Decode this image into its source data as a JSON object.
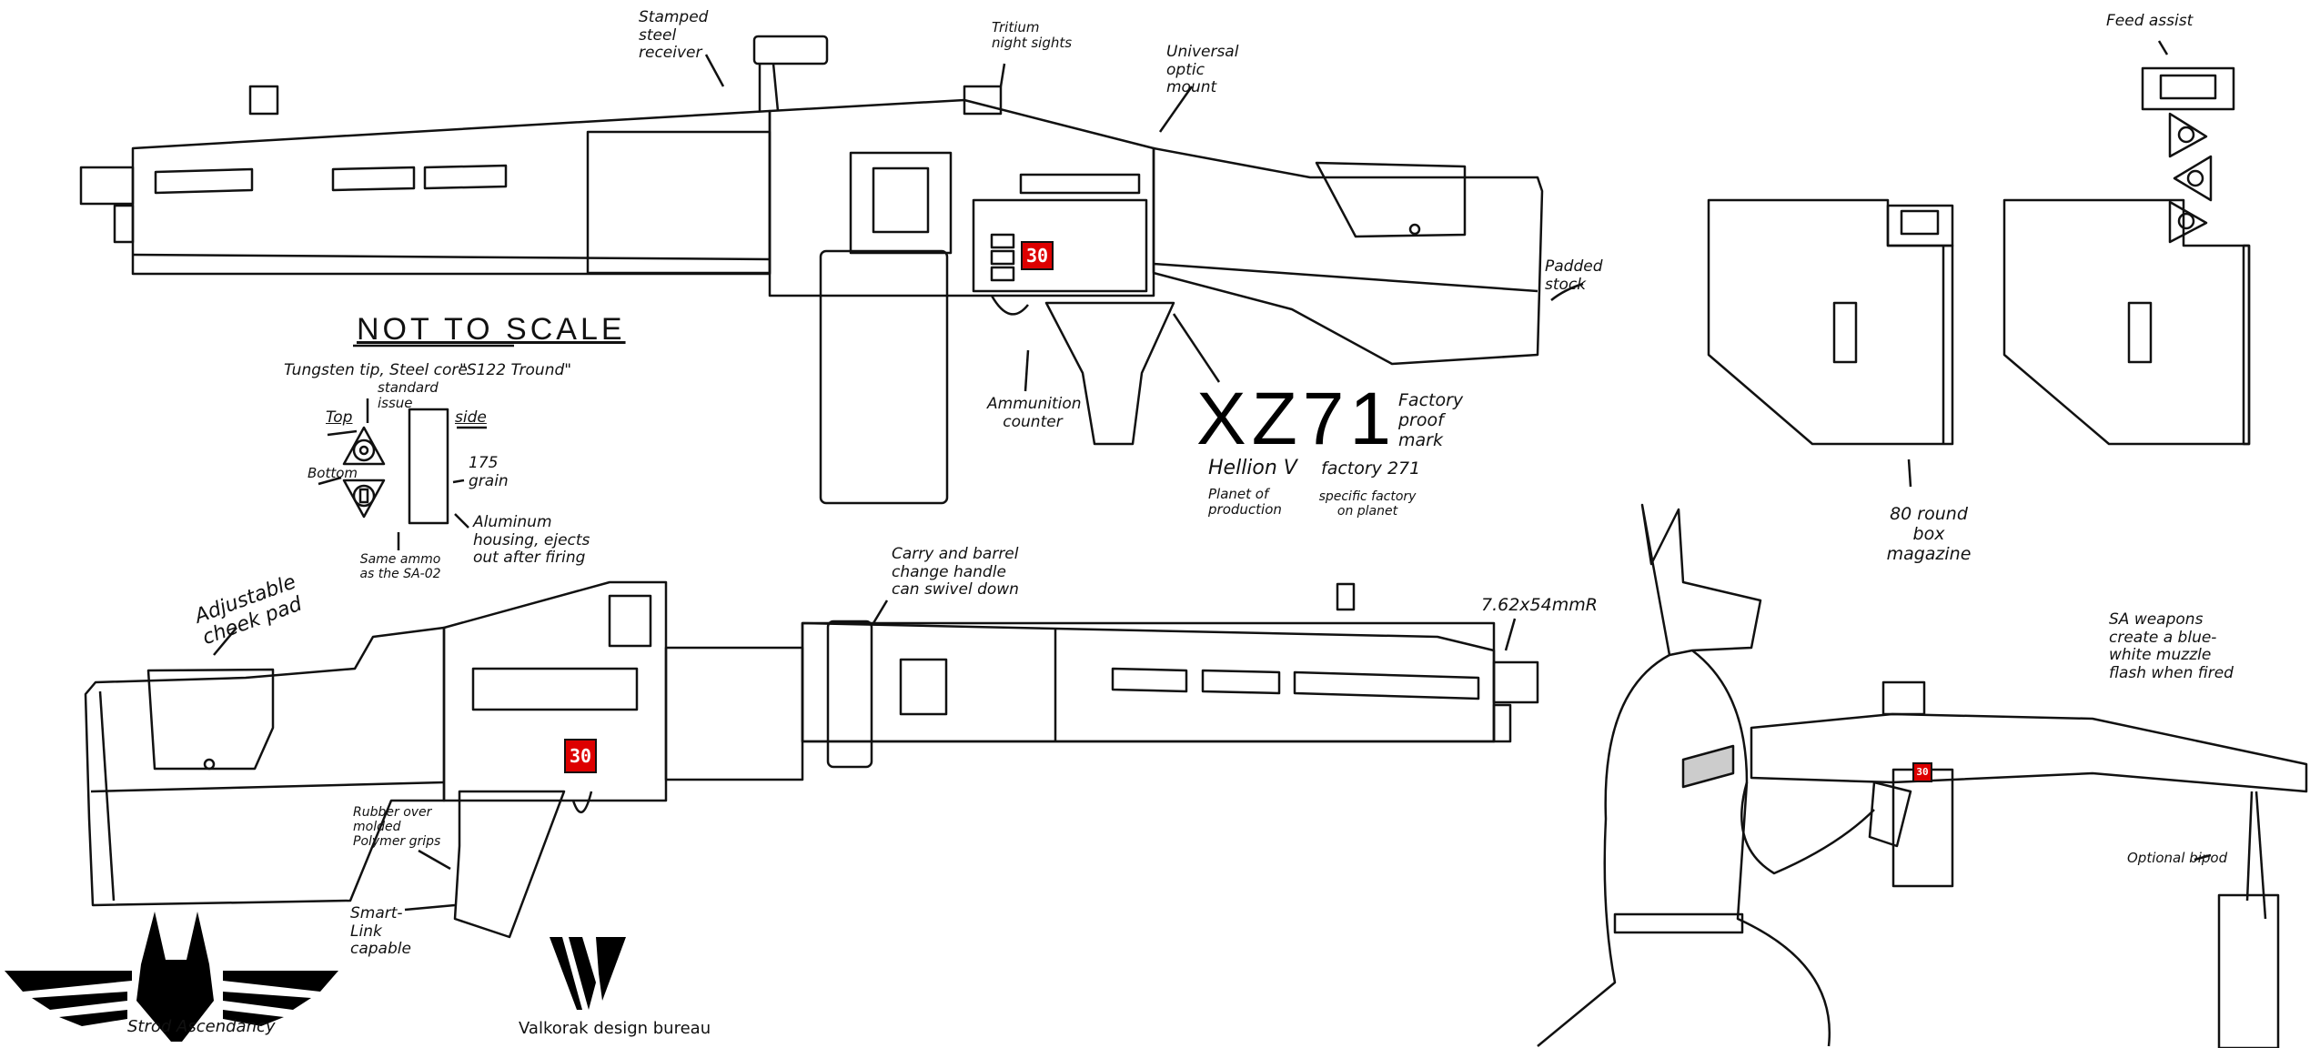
{
  "sheet": {
    "title": "NOT TO SCALE",
    "proof_mark": "XZ71",
    "accent_color": "#e01010"
  },
  "top_view_rifle": {
    "annotations": {
      "receiver": "Stamped steel receiver",
      "sights": "Tritium night sights",
      "optic": "Universal optic mount",
      "stock": "Padded stock",
      "counter": "Ammunition counter"
    },
    "ammo_counter_value": "30"
  },
  "proof_mark_notes": {
    "factory_proof": "Factory proof mark",
    "planet_name": "Hellion V",
    "planet_desc": "Planet of production",
    "factory_name": "factory 271",
    "factory_desc": "specific factory on planet"
  },
  "ammo": {
    "core": "Tungsten tip, Steel core",
    "standard": "standard issue",
    "name": "\"S122 Tround\"",
    "top": "Top",
    "side": "side",
    "bottom": "Bottom",
    "grain": "175 grain",
    "housing": "Aluminum housing, ejects out after firing",
    "same_ammo": "Same ammo as the SA-02"
  },
  "magazine": {
    "feed": "Feed assist",
    "capacity": "80 round box magazine"
  },
  "bottom_view_rifle": {
    "annotations": {
      "cheek": "Adjustable cheek pad",
      "handle": "Carry and barrel change handle can swivel down",
      "caliber": "7.62x54mmR",
      "grips": "Rubber over molded Polymer grips",
      "smartlink": "Smart-Link capable"
    },
    "ammo_counter_value": "30"
  },
  "soldier_view": {
    "flash": "SA weapons create a blue-white muzzle flash when fired",
    "bipod": "Optional bipod",
    "ammo_counter_value": "30"
  },
  "logos": {
    "faction": "Strod Ascendancy",
    "bureau": "Valkorak design bureau"
  }
}
